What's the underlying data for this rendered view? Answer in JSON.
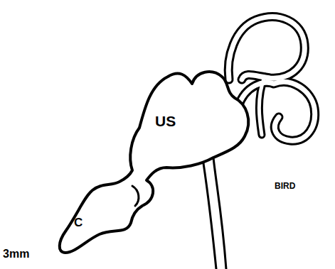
{
  "diagram": {
    "labels": [
      "US",
      "C",
      "3mm",
      "BIRD"
    ]
  }
}
